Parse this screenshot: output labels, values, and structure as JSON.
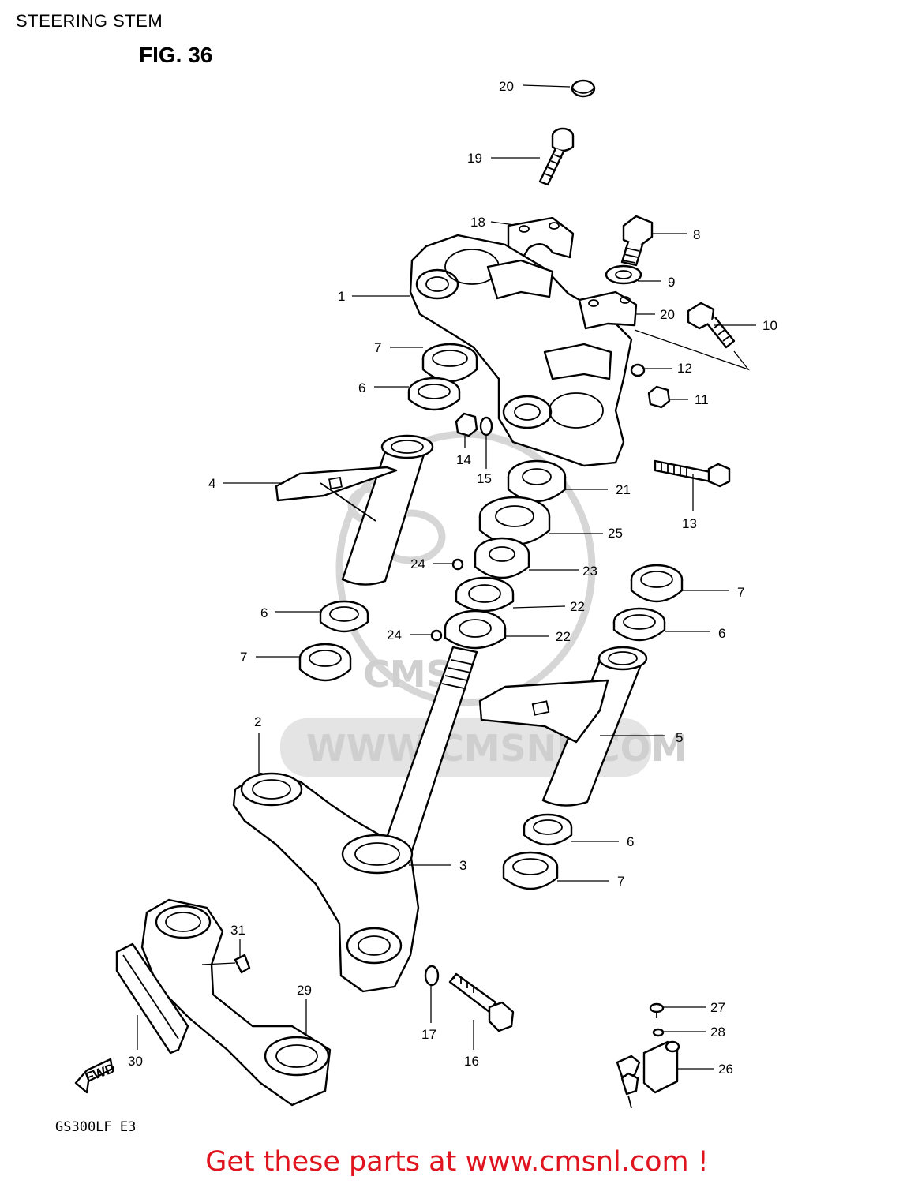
{
  "title": "STEERING STEM",
  "figure": "FIG. 36",
  "model": "GS300LF  E3",
  "fwd_label": "FWD",
  "watermark": {
    "brand": "CMS",
    "url": "WWW.CMSNL.COM"
  },
  "promo": {
    "text": "Get these parts at www.cmsnl.com !"
  },
  "callouts": [
    {
      "id": "c20a",
      "label": "20"
    },
    {
      "id": "c19",
      "label": "19"
    },
    {
      "id": "c18",
      "label": "18"
    },
    {
      "id": "c8",
      "label": "8"
    },
    {
      "id": "c9",
      "label": "9"
    },
    {
      "id": "c1",
      "label": "1"
    },
    {
      "id": "c20b",
      "label": "20"
    },
    {
      "id": "c10",
      "label": "10"
    },
    {
      "id": "c7a",
      "label": "7"
    },
    {
      "id": "c12",
      "label": "12"
    },
    {
      "id": "c6a",
      "label": "6"
    },
    {
      "id": "c11",
      "label": "11"
    },
    {
      "id": "c14",
      "label": "14"
    },
    {
      "id": "c15",
      "label": "15"
    },
    {
      "id": "c4",
      "label": "4"
    },
    {
      "id": "c21",
      "label": "21"
    },
    {
      "id": "c13",
      "label": "13"
    },
    {
      "id": "c25",
      "label": "25"
    },
    {
      "id": "c24a",
      "label": "24"
    },
    {
      "id": "c23",
      "label": "23"
    },
    {
      "id": "c7b",
      "label": "7"
    },
    {
      "id": "c22a",
      "label": "22"
    },
    {
      "id": "c6b",
      "label": "6"
    },
    {
      "id": "c24b",
      "label": "24"
    },
    {
      "id": "c22b",
      "label": "22"
    },
    {
      "id": "c6c",
      "label": "6"
    },
    {
      "id": "c7c",
      "label": "7"
    },
    {
      "id": "c2",
      "label": "2"
    },
    {
      "id": "c5",
      "label": "5"
    },
    {
      "id": "c6d",
      "label": "6"
    },
    {
      "id": "c3",
      "label": "3"
    },
    {
      "id": "c7d",
      "label": "7"
    },
    {
      "id": "c31",
      "label": "31"
    },
    {
      "id": "c29",
      "label": "29"
    },
    {
      "id": "c27",
      "label": "27"
    },
    {
      "id": "c28",
      "label": "28"
    },
    {
      "id": "c17",
      "label": "17"
    },
    {
      "id": "c16",
      "label": "16"
    },
    {
      "id": "c26",
      "label": "26"
    },
    {
      "id": "c30",
      "label": "30"
    }
  ]
}
